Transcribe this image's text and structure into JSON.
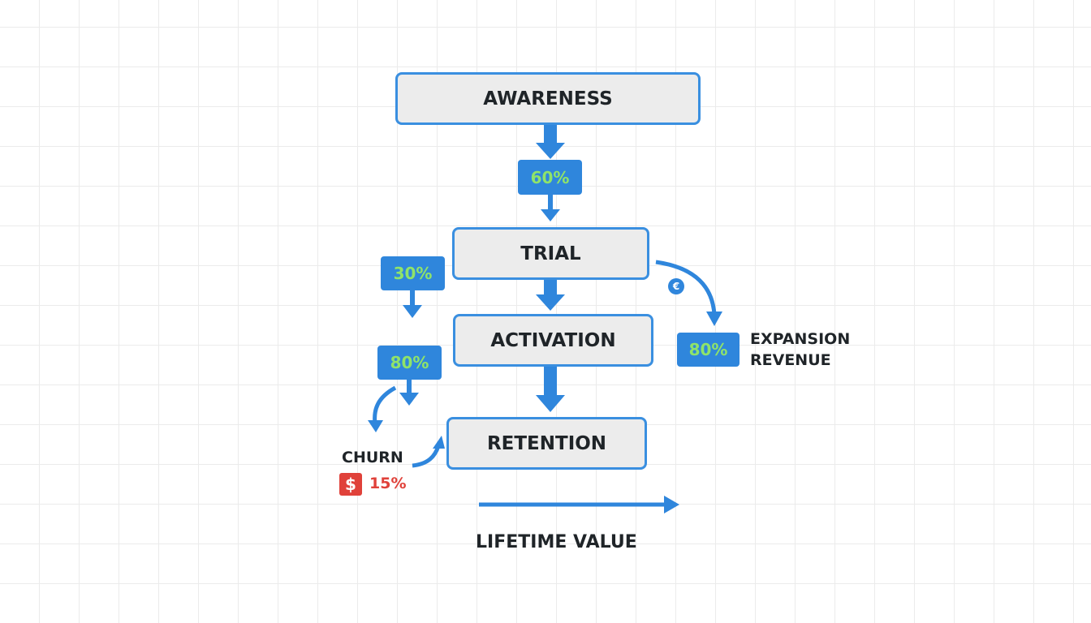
{
  "stages": {
    "awareness": "AWARENESS",
    "trial": "TRIAL",
    "activation": "ACTIVATION",
    "retention": "RETENTION"
  },
  "rates": {
    "awareness_to_trial": "60%",
    "trial_branch": "30%",
    "activation_branch": "80%",
    "expansion": "80%"
  },
  "expansion": {
    "line1": "EXPANSION",
    "line2": "REVENUE",
    "icon": "euro-coin-icon",
    "icon_glyph": "€"
  },
  "churn": {
    "label": "CHURN",
    "value": "15%",
    "icon": "dollar-icon",
    "icon_glyph": "$"
  },
  "axis": {
    "label": "LIFETIME VALUE"
  },
  "colors": {
    "accent": "#2f86dc",
    "stage_fill": "#ececec",
    "rate_text": "#8fe36a",
    "churn": "#e0413a"
  }
}
